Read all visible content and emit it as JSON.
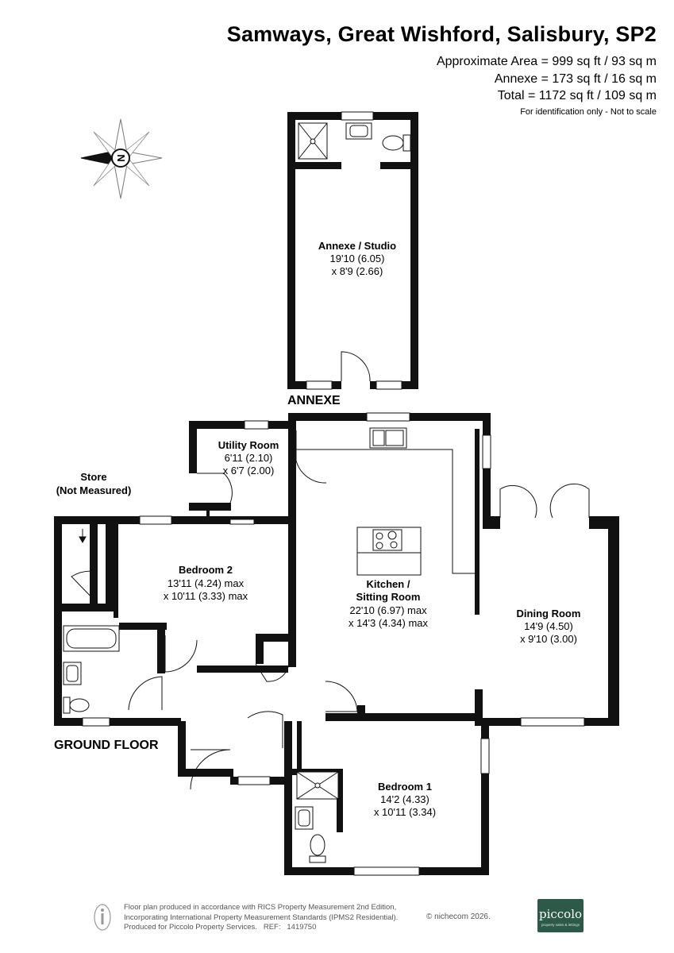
{
  "header": {
    "title": "Samways, Great Wishford, Salisbury, SP2",
    "areas": [
      "Approximate Area = 999 sq ft / 93 sq m",
      "Annexe = 173 sq ft / 16 sq m",
      "Total = 1172 sq ft / 109 sq m"
    ],
    "note": "For identification only - Not to scale"
  },
  "compass": {
    "letter": "N"
  },
  "floors": {
    "annexe": "ANNEXE",
    "ground": "GROUND FLOOR"
  },
  "rooms": {
    "annexe_studio": {
      "name": "Annexe / Studio",
      "dims": [
        "19'10 (6.05)",
        "x 8'9 (2.66)"
      ]
    },
    "utility": {
      "name": "Utility Room",
      "dims": [
        "6'11 (2.10)",
        "x 6'7 (2.00)"
      ]
    },
    "store": {
      "name": [
        "Store",
        "(Not Measured)"
      ]
    },
    "bedroom2": {
      "name": "Bedroom 2",
      "dims": [
        "13'11 (4.24) max",
        "x 10'11 (3.33) max"
      ]
    },
    "kitchen": {
      "name": [
        "Kitchen /",
        "Sitting Room"
      ],
      "dims": [
        "22'10 (6.97) max",
        "x 14'3 (4.34) max"
      ]
    },
    "dining": {
      "name": "Dining Room",
      "dims": [
        "14'9 (4.50)",
        "x 9'10 (3.00)"
      ]
    },
    "bedroom1": {
      "name": "Bedroom 1",
      "dims": [
        "14'2 (4.33)",
        "x 10'11 (3.34)"
      ]
    }
  },
  "footer": {
    "lines": [
      "Floor plan produced in accordance with RICS Property Measurement 2nd Edition,",
      "Incorporating International Property Measurement Standards (IPMS2 Residential).",
      "Produced for Piccolo Property Services."
    ],
    "ref_label": "REF:",
    "ref_value": "1419750",
    "copyright": "© nichecom 2026.",
    "logo_name": "piccolo",
    "logo_tagline": "property sales & lettings"
  }
}
